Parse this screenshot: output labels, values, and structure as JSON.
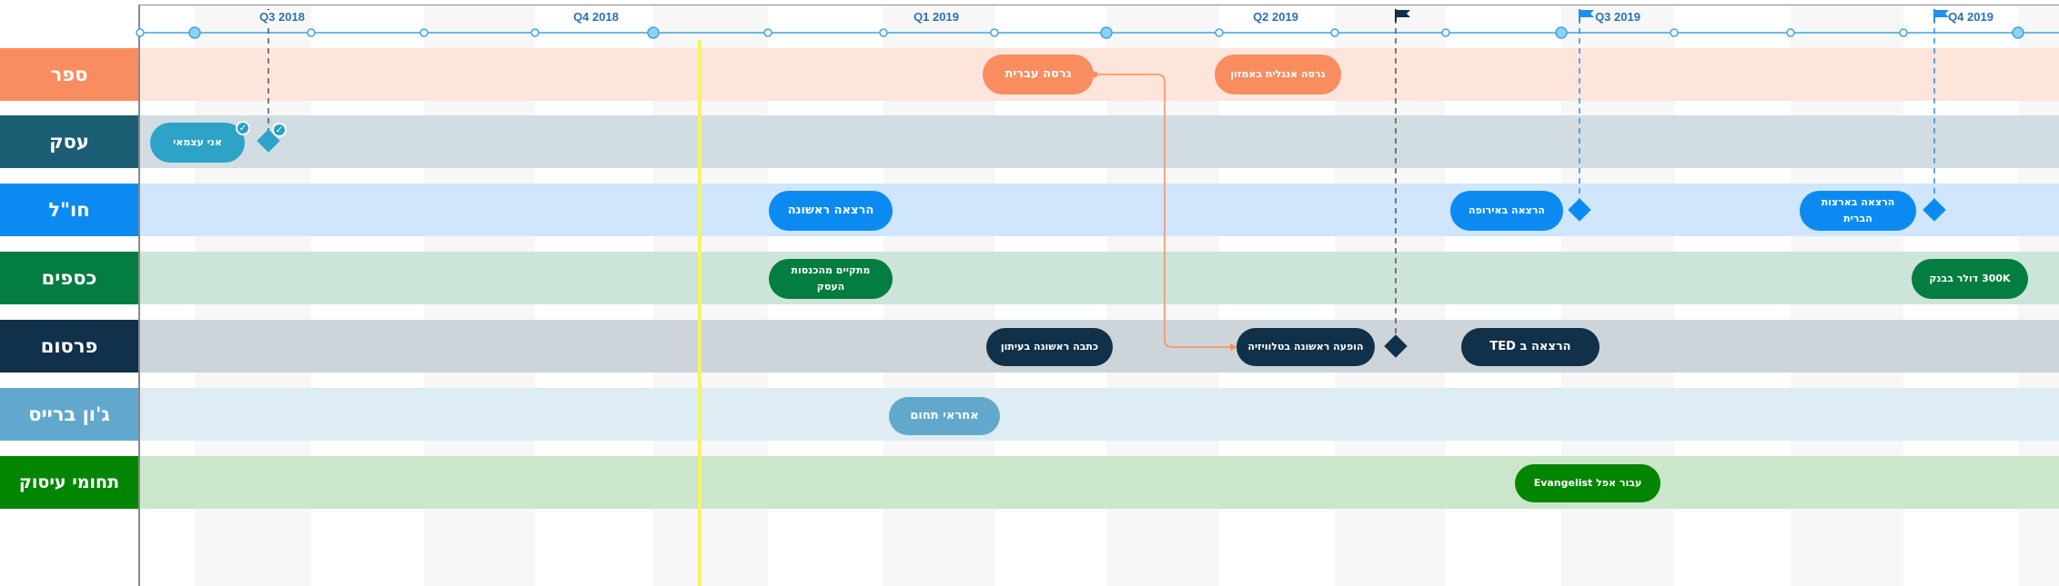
{
  "timeline": {
    "quarters": [
      "Q3 2018",
      "Q4 2018",
      "Q1 2019",
      "Q2 2019",
      "Q3 2019",
      "Q4 2019"
    ]
  },
  "lanes": [
    {
      "id": "sefer",
      "label": "ספר",
      "color": "#f98d5f",
      "bg": "#fde5dc"
    },
    {
      "id": "esek",
      "label": "עסק",
      "color": "#1b5e73",
      "bg": "#d1dde2"
    },
    {
      "id": "chul",
      "label": "חו\"ל",
      "color": "#0b8bf2",
      "bg": "#cfe6fc"
    },
    {
      "id": "ksafim",
      "label": "כספים",
      "color": "#037d40",
      "bg": "#cce5d8"
    },
    {
      "id": "pirsum",
      "label": "פרסום",
      "color": "#11304a",
      "bg": "#cdd4da"
    },
    {
      "id": "john",
      "label": "ג'ון ברייס",
      "color": "#62a8cc",
      "bg": "#deecf4"
    },
    {
      "id": "tchumim",
      "label": "תחומי עיסוק",
      "color": "#028602",
      "bg": "#cce6cc"
    }
  ],
  "tasks": [
    {
      "text": "גרסה עברית",
      "lane": "sefer"
    },
    {
      "text": "גרסה אנגלית באמזון",
      "lane": "sefer"
    },
    {
      "text": "אני עצמאי",
      "lane": "esek"
    },
    {
      "text": "הרצאה ראשונה",
      "lane": "chul"
    },
    {
      "text": "הרצאה באירופה",
      "lane": "chul"
    },
    {
      "text": "הרצאה בארצות הברית",
      "lane": "chul"
    },
    {
      "text": "מתקיים מהכנסות העסק",
      "lane": "ksafim"
    },
    {
      "text": "300K דולר בבנק",
      "lane": "ksafim"
    },
    {
      "text": "כתבה ראשונה בעיתון",
      "lane": "pirsum"
    },
    {
      "text": "הופעה ראשונה בטלוויזיה",
      "lane": "pirsum"
    },
    {
      "text": "הרצאה ב TED",
      "lane": "pirsum"
    },
    {
      "text": "אחראי תחום",
      "lane": "john"
    },
    {
      "text": "עבור אפל Evangelist",
      "lane": "tchumim"
    }
  ],
  "icons": {
    "check": "check-icon",
    "flag": "flag-icon",
    "milestone": "milestone-diamond-icon"
  }
}
